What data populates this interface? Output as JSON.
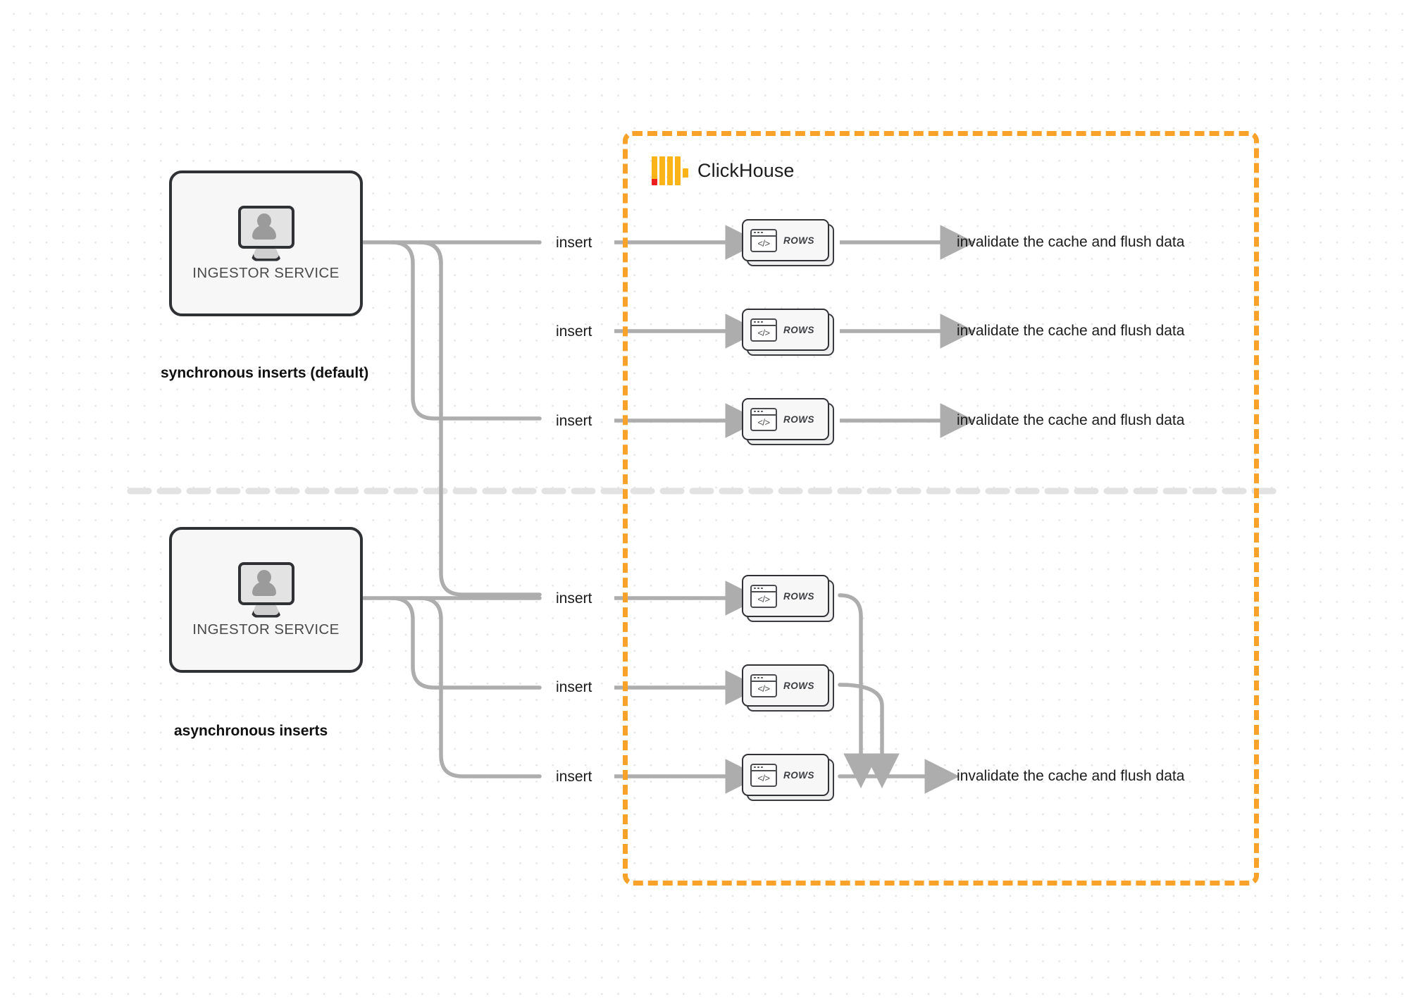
{
  "diagram": {
    "title": "ClickHouse synchronous vs asynchronous inserts",
    "colors": {
      "boundary": "#F9A229",
      "logo_orange": "#FBB417",
      "logo_red": "#EE1E1E",
      "wire": "#ADADAD",
      "node_border": "#2f3135",
      "divider": "#E2E2E2",
      "dot_grid": "#E8E6E4"
    }
  },
  "clickhouse": {
    "name": "ClickHouse",
    "logo_icon": "clickhouse-logo-icon"
  },
  "sections": [
    {
      "id": "synchronous",
      "caption": "synchronous inserts (default)",
      "service": {
        "label": "INGESTOR SERVICE",
        "icon": "monitor-user-icon"
      },
      "flows": [
        {
          "insert_label": "insert",
          "card_label": "ROWS",
          "result_label": "invalidate the cache and flush data"
        },
        {
          "insert_label": "insert",
          "card_label": "ROWS",
          "result_label": "invalidate the cache and flush data"
        },
        {
          "insert_label": "insert",
          "card_label": "ROWS",
          "result_label": "invalidate the cache and flush data"
        }
      ]
    },
    {
      "id": "asynchronous",
      "caption": "asynchronous inserts",
      "service": {
        "label": "INGESTOR SERVICE",
        "icon": "monitor-user-icon"
      },
      "flows": [
        {
          "insert_label": "insert",
          "card_label": "ROWS"
        },
        {
          "insert_label": "insert",
          "card_label": "ROWS"
        },
        {
          "insert_label": "insert",
          "card_label": "ROWS"
        }
      ],
      "merged_result_label": "invalidate the cache and flush data"
    }
  ],
  "icons": {
    "window_code": "</>",
    "window_dots": 3
  }
}
